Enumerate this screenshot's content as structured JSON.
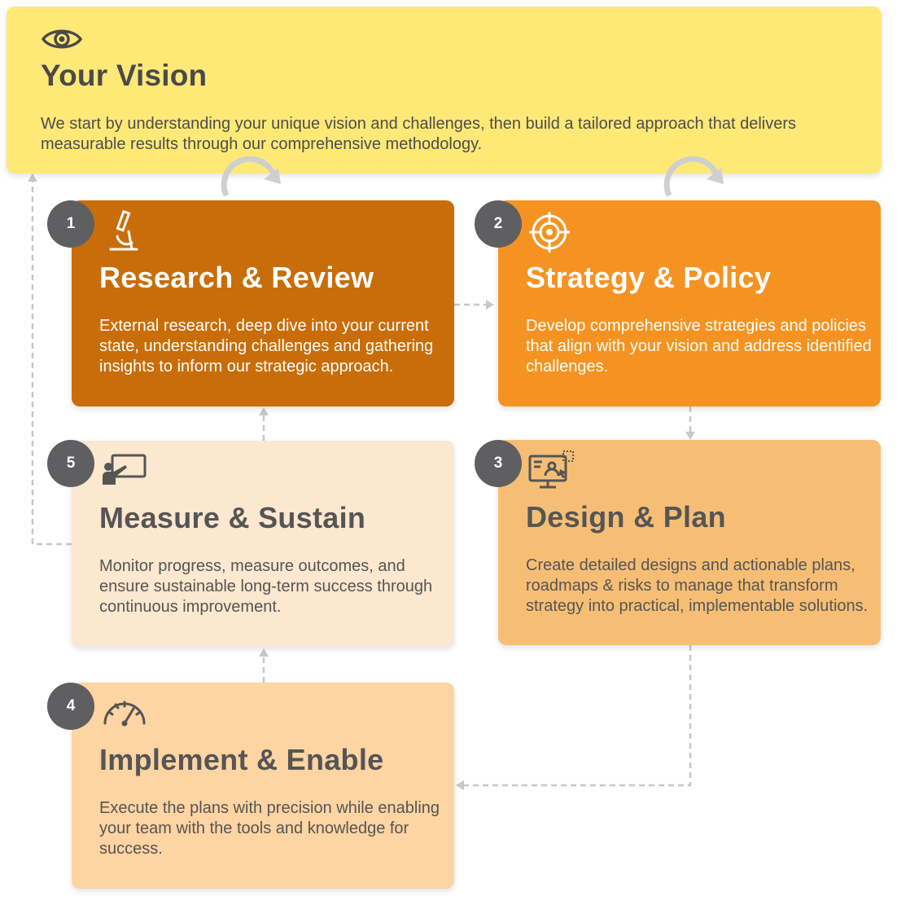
{
  "colors": {
    "vision_bg": "#FEE977",
    "step1_bg": "#C86D09",
    "step2_bg": "#F59322",
    "step3_bg": "#F6BE75",
    "step4_bg": "#FDD4A2",
    "step5_bg": "#FCE7CF",
    "badge_bg": "#5F5F61",
    "connector": "#C8C8C8"
  },
  "vision": {
    "icon": "eye-icon",
    "title": "Your Vision",
    "text": "We start by understanding your unique vision and challenges, then build a tailored approach that delivers measurable results through our comprehensive methodology."
  },
  "steps": [
    {
      "number": "1",
      "icon": "microscope-icon",
      "title": "Research & Review",
      "text": "External research, deep dive into your current state, understanding challenges and gathering insights to inform our strategic approach."
    },
    {
      "number": "2",
      "icon": "target-icon",
      "title": "Strategy & Policy",
      "text": "Develop comprehensive strategies and policies that align with your vision and address identified challenges."
    },
    {
      "number": "3",
      "icon": "design-monitor-icon",
      "title": "Design & Plan",
      "text": "Create detailed designs and actionable plans, roadmaps & risks to manage that transform strategy into practical, implementable solutions."
    },
    {
      "number": "4",
      "icon": "speedometer-icon",
      "title": "Implement & Enable",
      "text": "Execute the plans with precision while enabling your team with the tools and knowledge for success."
    },
    {
      "number": "5",
      "icon": "presentation-icon",
      "title": "Measure & Sustain",
      "text": "Monitor progress, measure outcomes, and ensure sustainable long-term success through continuous improvement."
    }
  ]
}
